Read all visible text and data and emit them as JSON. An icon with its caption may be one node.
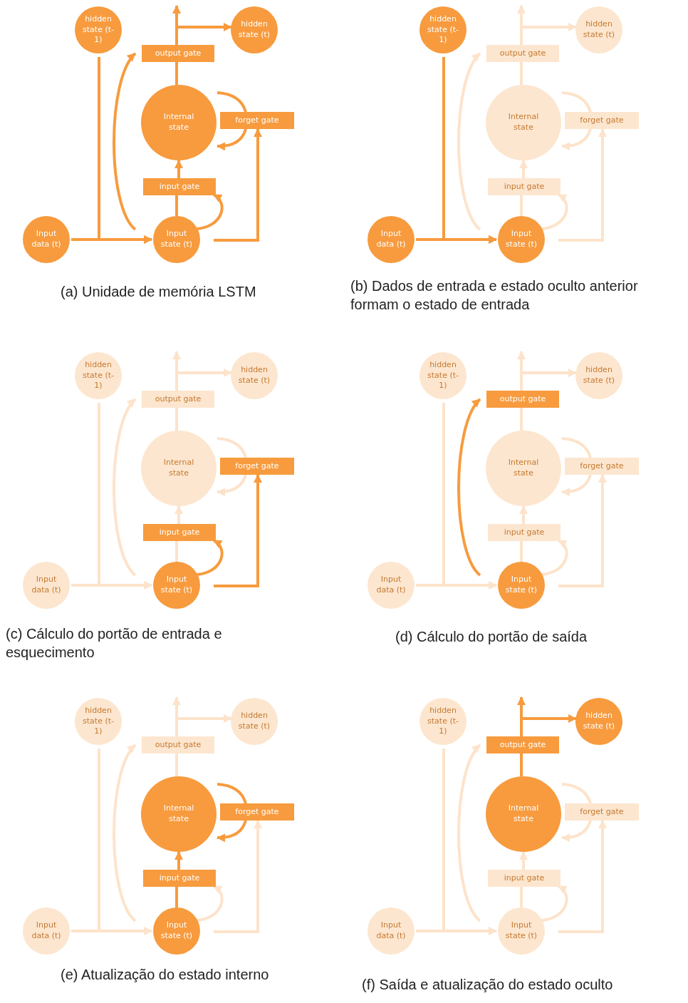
{
  "diagram": {
    "nodes": [
      {
        "text": [
          "hidden state (t-1)"
        ]
      },
      {
        "text": [
          "output gate"
        ]
      },
      {
        "text": [
          "hidden state (t)"
        ]
      },
      {
        "text": [
          "Internal state"
        ]
      },
      {
        "text": [
          "forget gate"
        ]
      },
      {
        "text": [
          "input gate"
        ]
      },
      {
        "text": [
          "Input data (t)"
        ]
      },
      {
        "text": [
          "Input state (t)"
        ]
      },
      {
        "text": [
          "hidden state (t-1)"
        ]
      },
      {
        "text": [
          "output gate"
        ]
      },
      {
        "text": [
          "hidden state (t)"
        ]
      },
      {
        "text": [
          "Internal state"
        ]
      },
      {
        "text": [
          "forget gate"
        ]
      },
      {
        "text": [
          "input gate"
        ]
      },
      {
        "text": [
          "Input data (t)"
        ]
      },
      {
        "text": [
          "Input state (t)"
        ]
      },
      {
        "text": [
          "hidden state (t-1)"
        ]
      },
      {
        "text": [
          "output gate"
        ]
      },
      {
        "text": [
          "hidden state (t)"
        ]
      },
      {
        "text": [
          "Internal state"
        ]
      },
      {
        "text": [
          "forget gate"
        ]
      },
      {
        "text": [
          "input gate"
        ]
      },
      {
        "text": [
          "Input data (t)"
        ]
      },
      {
        "text": [
          "Input state (t)"
        ]
      },
      {
        "text": [
          "hidden state (t-1)"
        ]
      },
      {
        "text": [
          "output gate"
        ]
      },
      {
        "text": [
          "hidden state (t)"
        ]
      },
      {
        "text": [
          "Internal state"
        ]
      },
      {
        "text": [
          "forget gate"
        ]
      },
      {
        "text": [
          "input gate"
        ]
      },
      {
        "text": [
          "Input data (t)"
        ]
      },
      {
        "text": [
          "Input state (t)"
        ]
      },
      {
        "text": [
          "hidden state (t-1)"
        ]
      },
      {
        "text": [
          "output gate"
        ]
      },
      {
        "text": [
          "hidden state (t)"
        ]
      },
      {
        "text": [
          "Internal state"
        ]
      },
      {
        "text": [
          "forget gate"
        ]
      },
      {
        "text": [
          "input gate"
        ]
      },
      {
        "text": [
          "Input data (t)"
        ]
      },
      {
        "text": [
          "Input state (t)"
        ]
      },
      {
        "text": [
          "hidden state (t-1)"
        ]
      },
      {
        "text": [
          "output gate"
        ]
      },
      {
        "text": [
          "hidden state (t)"
        ]
      },
      {
        "text": [
          "Internal state"
        ]
      },
      {
        "text": [
          "forget gate"
        ]
      },
      {
        "text": [
          "input gate"
        ]
      },
      {
        "text": [
          "Input data (t)"
        ]
      },
      {
        "text": [
          "Input state (t)"
        ]
      }
    ],
    "edges": [
      {
        "from": 6,
        "to": 7,
        "arrow": "to",
        "color": "#f79b3e"
      },
      {
        "from": 0,
        "to": 7,
        "arrow": "to",
        "color": "#f79b3e"
      },
      {
        "from": 7,
        "to": 5,
        "arrow": "none",
        "color": "#f79b3e"
      },
      {
        "from": 5,
        "to": 3,
        "arrow": "to",
        "color": "#f79b3e"
      },
      {
        "from": 7,
        "to": 1,
        "arrow": "to",
        "color": "#f79b3e"
      },
      {
        "from": 7,
        "to": 4,
        "arrow": "to",
        "color": "#f79b3e"
      },
      {
        "from": 3,
        "to": 1,
        "arrow": "none",
        "color": "#f79b3e"
      },
      {
        "from": 1,
        "to": null,
        "arrow": "to",
        "color": "#f79b3e"
      },
      {
        "from": 1,
        "to": 2,
        "arrow": "to",
        "color": "#f79b3e"
      },
      {
        "from": 3,
        "to": 4,
        "arrow": "none",
        "color": "#f79b3e"
      },
      {
        "from": 4,
        "to": 3,
        "arrow": "to",
        "color": "#f79b3e"
      },
      {
        "from": 7,
        "to": 5,
        "arrow": "to",
        "color": "#f79b3e"
      },
      {
        "from": 14,
        "to": 15,
        "arrow": "to",
        "color": "#f79b3e"
      },
      {
        "from": 8,
        "to": 15,
        "arrow": "to",
        "color": "#f79b3e"
      },
      {
        "from": 15,
        "to": 13,
        "arrow": "none"
      },
      {
        "from": 13,
        "to": 11,
        "arrow": "to"
      },
      {
        "from": 15,
        "to": 9,
        "arrow": "to"
      },
      {
        "from": 15,
        "to": 12,
        "arrow": "to"
      },
      {
        "from": 11,
        "to": 9,
        "arrow": "none"
      },
      {
        "from": 9,
        "to": null,
        "arrow": "to"
      },
      {
        "from": 9,
        "to": 10,
        "arrow": "to"
      },
      {
        "from": 11,
        "to": 12,
        "arrow": "none"
      },
      {
        "from": 12,
        "to": 11,
        "arrow": "to"
      },
      {
        "from": 15,
        "to": 13,
        "arrow": "to"
      },
      {
        "from": 22,
        "to": 23,
        "arrow": "to"
      },
      {
        "from": 16,
        "to": 23,
        "arrow": "to"
      },
      {
        "from": 23,
        "to": 21,
        "arrow": "none"
      },
      {
        "from": 21,
        "to": 19,
        "arrow": "to"
      },
      {
        "from": 23,
        "to": 17,
        "arrow": "to"
      },
      {
        "from": 23,
        "to": 20,
        "arrow": "to",
        "color": "#f79b3e"
      },
      {
        "from": 19,
        "to": 17,
        "arrow": "none"
      },
      {
        "from": 17,
        "to": null,
        "arrow": "to"
      },
      {
        "from": 17,
        "to": 18,
        "arrow": "to"
      },
      {
        "from": 19,
        "to": 20,
        "arrow": "none"
      },
      {
        "from": 20,
        "to": 19,
        "arrow": "to"
      },
      {
        "from": 23,
        "to": 21,
        "arrow": "to",
        "color": "#f79b3e"
      },
      {
        "from": 30,
        "to": 31,
        "arrow": "to"
      },
      {
        "from": 24,
        "to": 31,
        "arrow": "to"
      },
      {
        "from": 31,
        "to": 29,
        "arrow": "none"
      },
      {
        "from": 29,
        "to": 27,
        "arrow": "to"
      },
      {
        "from": 31,
        "to": 25,
        "arrow": "to",
        "color": "#f79b3e"
      },
      {
        "from": 31,
        "to": 28,
        "arrow": "to"
      },
      {
        "from": 27,
        "to": 25,
        "arrow": "none"
      },
      {
        "from": 25,
        "to": null,
        "arrow": "to"
      },
      {
        "from": 25,
        "to": 26,
        "arrow": "to"
      },
      {
        "from": 27,
        "to": 28,
        "arrow": "none"
      },
      {
        "from": 28,
        "to": 27,
        "arrow": "to"
      },
      {
        "from": 31,
        "to": 29,
        "arrow": "to"
      },
      {
        "from": 38,
        "to": 39,
        "arrow": "to"
      },
      {
        "from": 32,
        "to": 39,
        "arrow": "to"
      },
      {
        "from": 39,
        "to": 37,
        "arrow": "none",
        "color": "#f79b3e"
      },
      {
        "from": 37,
        "to": 35,
        "arrow": "to",
        "color": "#f79b3e"
      },
      {
        "from": 39,
        "to": 33,
        "arrow": "to"
      },
      {
        "from": 39,
        "to": 36,
        "arrow": "to"
      },
      {
        "from": 35,
        "to": 33,
        "arrow": "none"
      },
      {
        "from": 33,
        "to": null,
        "arrow": "to"
      },
      {
        "from": 33,
        "to": 34,
        "arrow": "to"
      },
      {
        "from": 35,
        "to": 36,
        "arrow": "none",
        "color": "#f79b3e"
      },
      {
        "from": 36,
        "to": 35,
        "arrow": "to",
        "color": "#f79b3e"
      },
      {
        "from": 39,
        "to": 37,
        "arrow": "to"
      },
      {
        "from": 46,
        "to": 47,
        "arrow": "to"
      },
      {
        "from": 40,
        "to": 47,
        "arrow": "to"
      },
      {
        "from": 47,
        "to": 45,
        "arrow": "none"
      },
      {
        "from": 45,
        "to": 43,
        "arrow": "to"
      },
      {
        "from": 47,
        "to": 41,
        "arrow": "to"
      },
      {
        "from": 47,
        "to": 44,
        "arrow": "to"
      },
      {
        "from": 43,
        "to": 41,
        "arrow": "none",
        "color": "#f79b3e"
      },
      {
        "from": 41,
        "to": null,
        "arrow": "to",
        "color": "#f79b3e"
      },
      {
        "from": 41,
        "to": 42,
        "arrow": "to",
        "color": "#f79b3e"
      },
      {
        "from": 43,
        "to": 44,
        "arrow": "none"
      },
      {
        "from": 44,
        "to": 43,
        "arrow": "to"
      },
      {
        "from": 47,
        "to": 45,
        "arrow": "to"
      }
    ],
    "labels": [
      "(a) Unidade de memória LSTM",
      "(b) Dados de entrada e estado oculto anterior formam o estado de entrada",
      "(c) Cálculo do portão de entrada e esquecimento",
      "(d) Cálculo do portão de saída",
      "(e) Atualização do estado interno",
      "(f) Saída e atualização do estado oculto"
    ]
  }
}
